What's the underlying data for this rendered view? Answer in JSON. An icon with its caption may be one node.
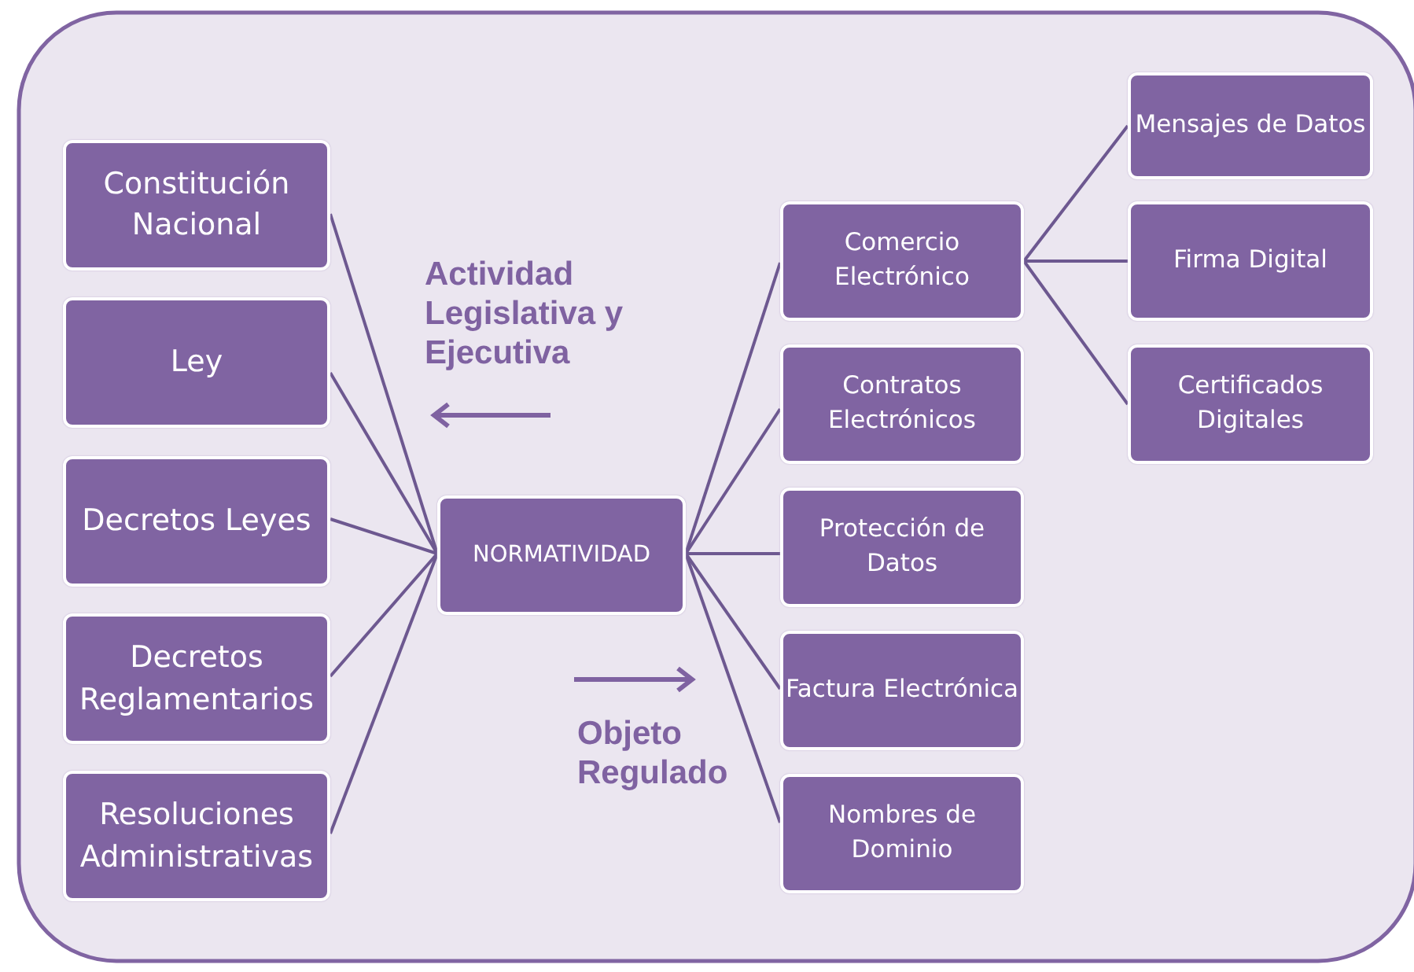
{
  "diagram": {
    "nodes": [
      {
        "text": [
          "Constitución Nacional"
        ]
      },
      {
        "text": [
          "Ley"
        ]
      },
      {
        "text": [
          "Decretos Leyes"
        ]
      },
      {
        "text": [
          "Decretos Reglamentarios"
        ]
      },
      {
        "text": [
          "Resoluciones Administrativas"
        ]
      },
      {
        "text": [
          "NORMATIVIDAD"
        ]
      },
      {
        "text": [
          "Comercio Electrónico"
        ]
      },
      {
        "text": [
          "Contratos Electrónicos"
        ]
      },
      {
        "text": [
          "Protección de Datos"
        ]
      },
      {
        "text": [
          "Factura Electrónica"
        ]
      },
      {
        "text": [
          "Nombres de Dominio"
        ]
      },
      {
        "text": [
          "Mensajes de Datos"
        ]
      },
      {
        "text": [
          "Firma Digital"
        ]
      },
      {
        "text": [
          "Certificados Digitales"
        ]
      }
    ],
    "edges": [
      {
        "from": 5,
        "to": 0,
        "arrow": "none"
      },
      {
        "from": 5,
        "to": 1,
        "arrow": "none"
      },
      {
        "from": 5,
        "to": 2,
        "arrow": "none"
      },
      {
        "from": 5,
        "to": 3,
        "arrow": "none"
      },
      {
        "from": 5,
        "to": 4,
        "arrow": "none"
      },
      {
        "from": 5,
        "to": 6,
        "arrow": "none"
      },
      {
        "from": 5,
        "to": 7,
        "arrow": "none"
      },
      {
        "from": 5,
        "to": 8,
        "arrow": "none"
      },
      {
        "from": 5,
        "to": 9,
        "arrow": "none"
      },
      {
        "from": 5,
        "to": 10,
        "arrow": "none"
      },
      {
        "from": 6,
        "to": 11,
        "arrow": "none"
      },
      {
        "from": 6,
        "to": 12,
        "arrow": "none"
      },
      {
        "from": 6,
        "to": 13,
        "arrow": "none"
      }
    ],
    "labels": [
      "Actividad Legislativa y Ejecutiva",
      "Objeto Regulado"
    ]
  }
}
